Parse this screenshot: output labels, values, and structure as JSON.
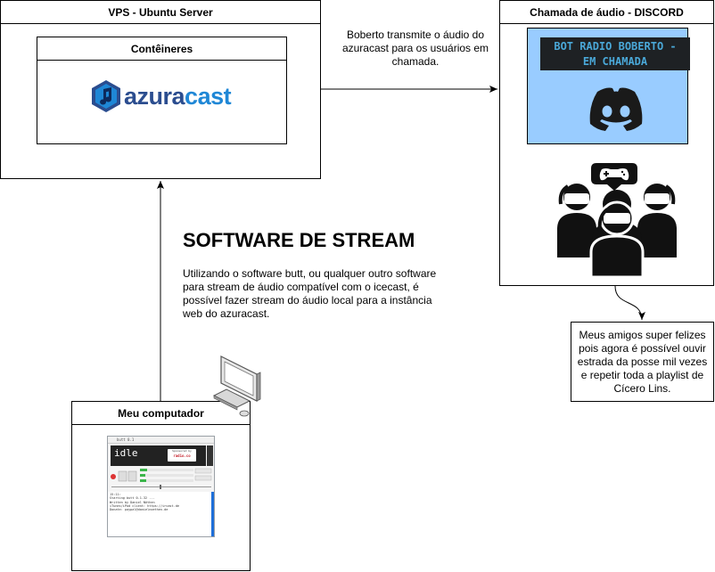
{
  "vps": {
    "title": "VPS - Ubuntu Server",
    "containers_title": "Contêineres",
    "logo_part1": "azura",
    "logo_part2": "cast"
  },
  "discord": {
    "title": "Chamada de áudio - DISCORD",
    "bot_line1": "BOT RADIO BOBERTO -",
    "bot_line2": "EM CHAMADA"
  },
  "transmit_note": "Boberto transmite o áudio do azuracast para os usuários em chamada.",
  "stream": {
    "title": "SOFTWARE DE STREAM",
    "description": "Utilizando o software butt, ou qualquer outro software para stream de áudio compatível com o icecast, é possível fazer stream do áudio local para a instância web do azuracast."
  },
  "friends_note": "Meus amigos super felizes pois agora é possível ouvir estrada da posse mil vezes e repetir toda a playlist de Cícero Lins.",
  "pc": {
    "title": "Meu computador",
    "butt_window": {
      "titlebar": "butt 0.1",
      "status": "idle",
      "sponsor_text": "Sponsored by",
      "sponsor_logo": "radio.co",
      "log_lines": "15:11:\nStarting butt 0.1.32 ...\nWritten by Daniel Nöthen\niTunes/iPod client: https://ircast.de\nDonate: paypal@danielnoethen.de"
    }
  },
  "icons": {
    "azuracast": "azuracast-logo-icon",
    "discord": "discord-logo-icon",
    "people": "gamer-group-icon",
    "computer": "desktop-computer-icon"
  },
  "colors": {
    "discord_panel": "#99ccff",
    "bot_label_bg": "#1e2124",
    "bot_label_text": "#4aa8d8",
    "azura_dark": "#2b4d8f",
    "azura_light": "#1f87d6"
  }
}
